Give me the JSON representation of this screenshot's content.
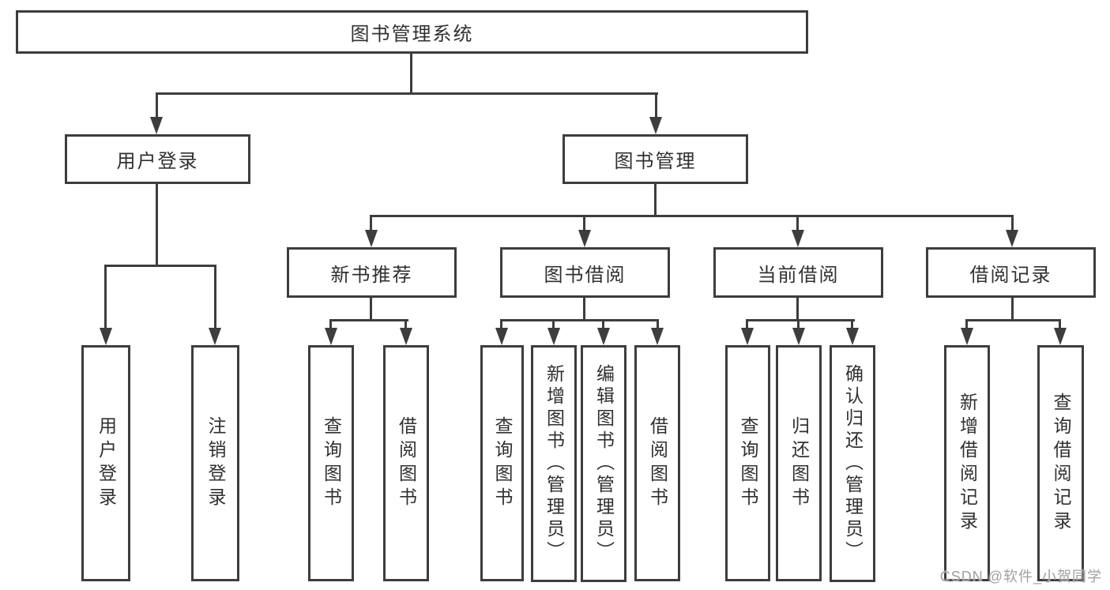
{
  "diagram": {
    "root_label": "图书管理系统",
    "level2": [
      {
        "label": "用户登录",
        "parent": "图书管理系统"
      },
      {
        "label": "图书管理",
        "parent": "图书管理系统"
      }
    ],
    "level3": [
      {
        "label": "新书推荐",
        "parent": "图书管理"
      },
      {
        "label": "图书借阅",
        "parent": "图书管理"
      },
      {
        "label": "当前借阅",
        "parent": "图书管理"
      },
      {
        "label": "借阅记录",
        "parent": "图书管理"
      }
    ],
    "leaves": [
      {
        "label": "用户登录",
        "parent": "用户登录"
      },
      {
        "label": "注销登录",
        "parent": "用户登录"
      },
      {
        "label": "查询图书",
        "parent": "新书推荐"
      },
      {
        "label": "借阅图书",
        "parent": "新书推荐"
      },
      {
        "label": "查询图书",
        "parent": "图书借阅"
      },
      {
        "label": "新增图书（管理员）",
        "parent": "图书借阅"
      },
      {
        "label": "编辑图书（管理员）",
        "parent": "图书借阅"
      },
      {
        "label": "借阅图书",
        "parent": "图书借阅"
      },
      {
        "label": "查询图书",
        "parent": "当前借阅"
      },
      {
        "label": "归还图书",
        "parent": "当前借阅"
      },
      {
        "label": "确认归还（管理员）",
        "parent": "当前借阅"
      },
      {
        "label": "新增借阅记录",
        "parent": "借阅记录"
      },
      {
        "label": "查询借阅记录",
        "parent": "借阅记录"
      }
    ]
  },
  "watermark": {
    "text": "CSDN @软件_小贺同学"
  },
  "colors": {
    "line": "#3d3d3d",
    "box_border": "#3d3d3d",
    "text": "#303030",
    "watermark": "#a0a0a0",
    "background": "#ffffff"
  }
}
